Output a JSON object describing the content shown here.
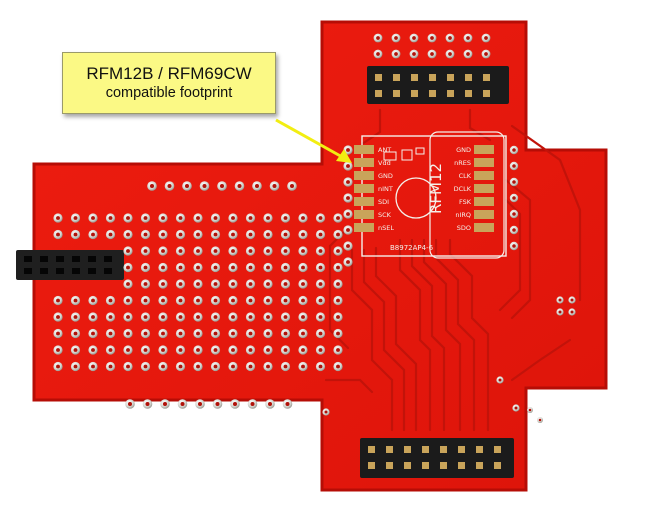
{
  "callout": {
    "line1": "RFM12B / RFM69CW",
    "line2": "compatible footprint"
  },
  "silkscreen": {
    "module_name": "RFM12",
    "left_pins": [
      "ANT",
      "Vdd",
      "GND",
      "nINT",
      "SDI",
      "SCK",
      "nSEL"
    ],
    "right_pins": [
      "GND",
      "nRES",
      "CLK",
      "DCLK",
      "FSK",
      "nIRQ",
      "SDO"
    ],
    "part_code": "B8972AP4-6"
  },
  "colors": {
    "pcb": "#e8170c",
    "pcb_edge": "#c20f08",
    "trace": "#c8140a",
    "pad_gold": "#c9a45a",
    "pad_silver": "#dcdcd6",
    "header_black": "#1b1b1b",
    "callout_bg": "#fbf985",
    "arrow": "#f2ee12"
  }
}
